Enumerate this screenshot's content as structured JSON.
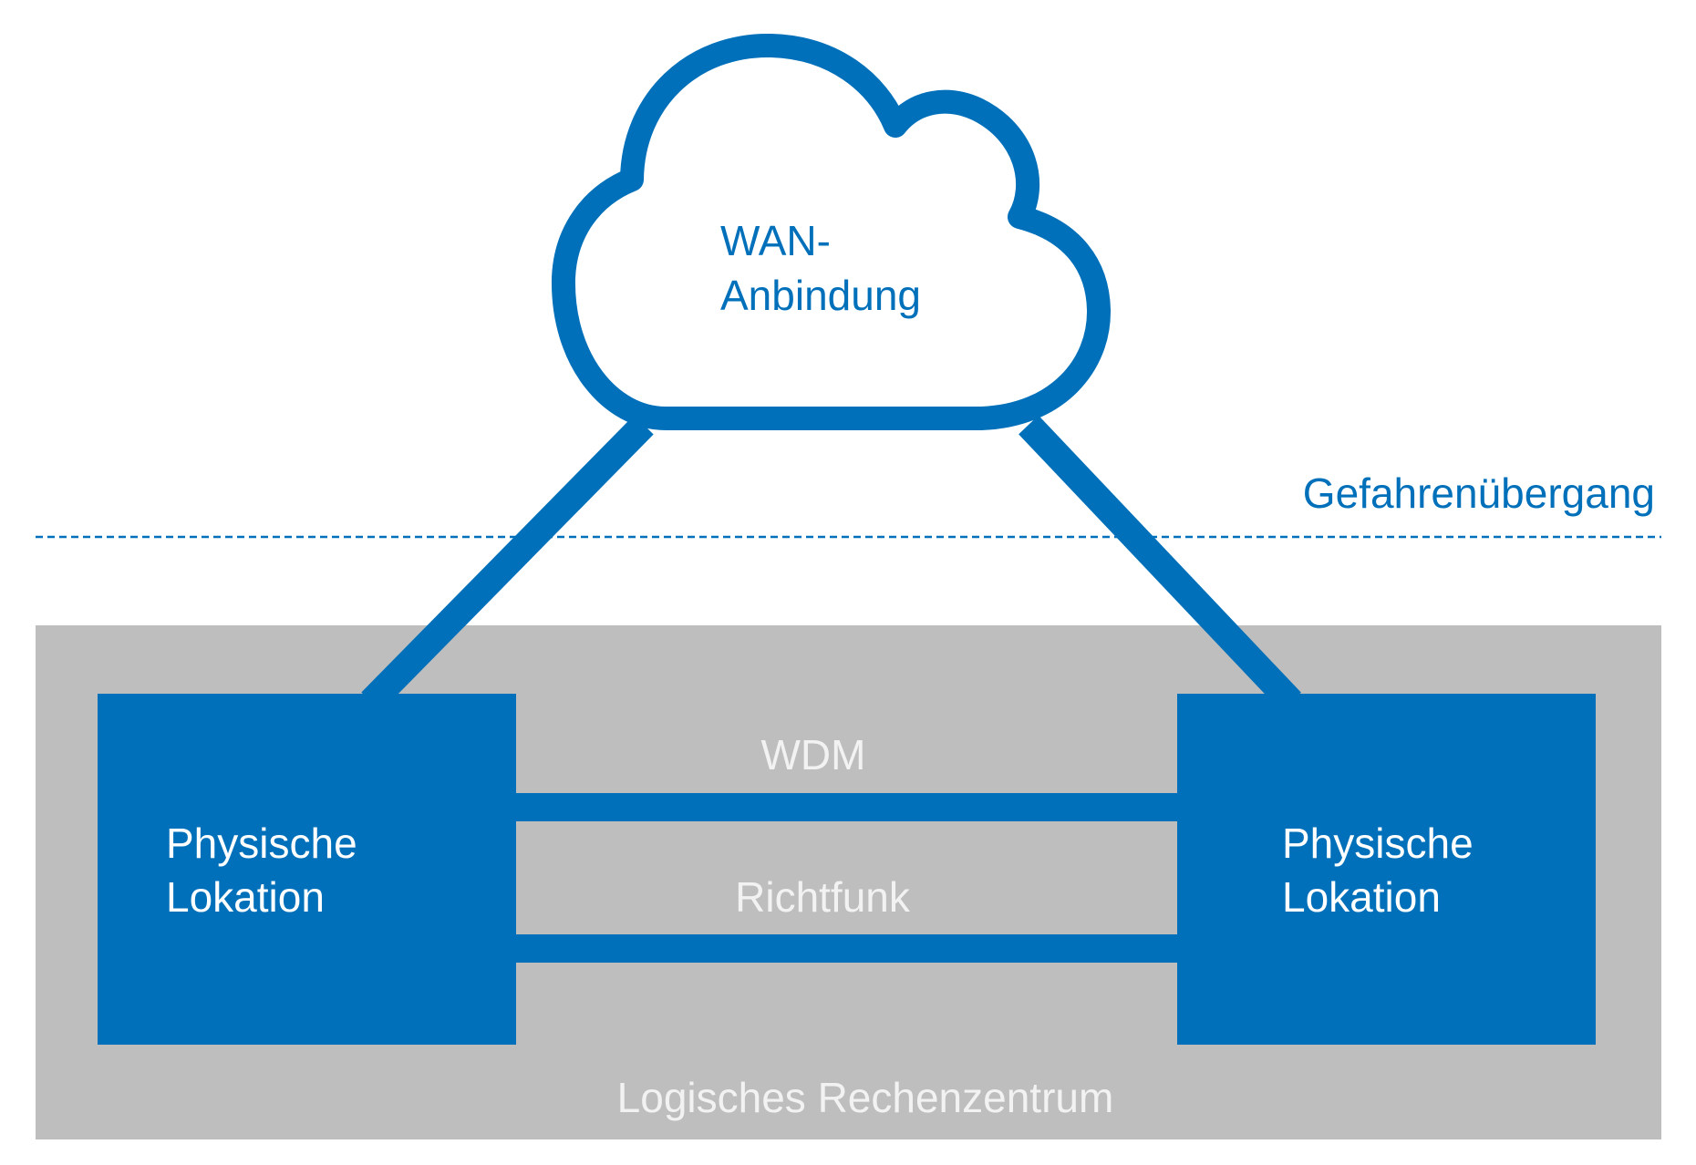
{
  "colors": {
    "brand_blue": "#0070BA",
    "datacenter_gray": "#BEBEBE",
    "link_label_white": "#F2F2F2",
    "background": "#FFFFFF"
  },
  "cloud": {
    "label_line1": "WAN-",
    "label_line2": "Anbindung"
  },
  "boundary": {
    "label": "Gefahrenübergang"
  },
  "logical_datacenter": {
    "label": "Logisches Rechenzentrum"
  },
  "locations": [
    {
      "label_line1": "Physische",
      "label_line2": "Lokation"
    },
    {
      "label_line1": "Physische",
      "label_line2": "Lokation"
    }
  ],
  "links": [
    {
      "label": "WDM"
    },
    {
      "label": "Richtfunk"
    }
  ]
}
